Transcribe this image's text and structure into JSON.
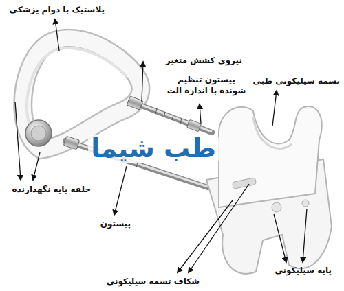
{
  "diagram": {
    "labels": [
      "پلاستیک با دوام پزشکی",
      "نیروی کشش متغیر",
      "پیستون تنظیم شونده با اندازه آلت",
      "تسمه سیلیکونی طبی",
      "حلقه پایه نگهدارنده",
      "طب شیما",
      "پیستون",
      "شکاف تسمه سیلیکونی",
      "پایه سیلیکونی"
    ]
  }
}
